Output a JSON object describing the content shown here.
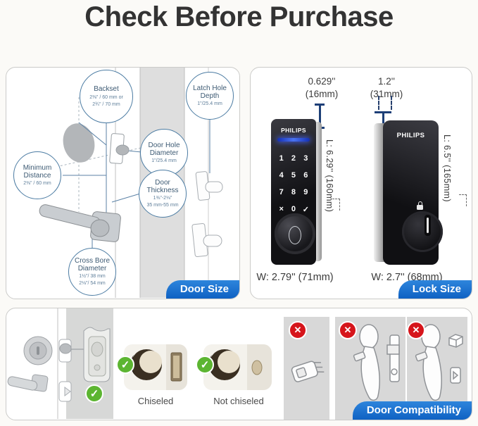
{
  "title": "Check Before Purchase",
  "colors": {
    "accent_blue": "#1472cc",
    "check_green": "#5cb531",
    "cross_red": "#d6151b",
    "callout_border": "#4c7ca3"
  },
  "icons": {
    "check": "✓",
    "cross": "✕"
  },
  "door_size_panel": {
    "badge_label": "Door Size",
    "callouts": [
      {
        "title": "Backset",
        "line1": "2⅜\" / 60 mm or",
        "line2": "2¾\" / 70 mm"
      },
      {
        "title": "Latch Hole Depth",
        "line1": "1\"/25.4 mm",
        "line2": ""
      },
      {
        "title": "Door Hole Diameter",
        "line1": "1\"/25.4 mm",
        "line2": ""
      },
      {
        "title": "Minimum Distance",
        "line1": "2⅜\" / 60 mm",
        "line2": ""
      },
      {
        "title": "Door Thickness",
        "line1": "1⅜\"-2⅛\"",
        "line2": "35 mm-55 mm"
      },
      {
        "title": "Cross Bore Diameter",
        "line1": "1½\"/ 38 mm",
        "line2": "2⅛\"/ 54 mm"
      }
    ]
  },
  "lock_size_panel": {
    "badge_label": "Lock Size",
    "front_lock": {
      "brand": "PHILIPS",
      "thickness_in": "0.629''",
      "thickness_mm": "(16mm)",
      "length_label": "L: 6.29'' (160mm)",
      "width_label": "W: 2.79'' (71mm)",
      "keys": [
        "1",
        "2",
        "3",
        "4",
        "5",
        "6",
        "7",
        "8",
        "9",
        "×",
        "0",
        "✓"
      ]
    },
    "back_lock": {
      "brand": "PHILIPS",
      "thickness_in": "1.2''",
      "thickness_mm": "(31mm)",
      "length_label": "L: 6.5'' (165mm)",
      "width_label": "W: 2.7'' (68mm)"
    }
  },
  "compatibility_panel": {
    "badge_label": "Door Compatibility",
    "chiseled_label": "Chiseled",
    "not_chiseled_label": "Not chiseled"
  }
}
